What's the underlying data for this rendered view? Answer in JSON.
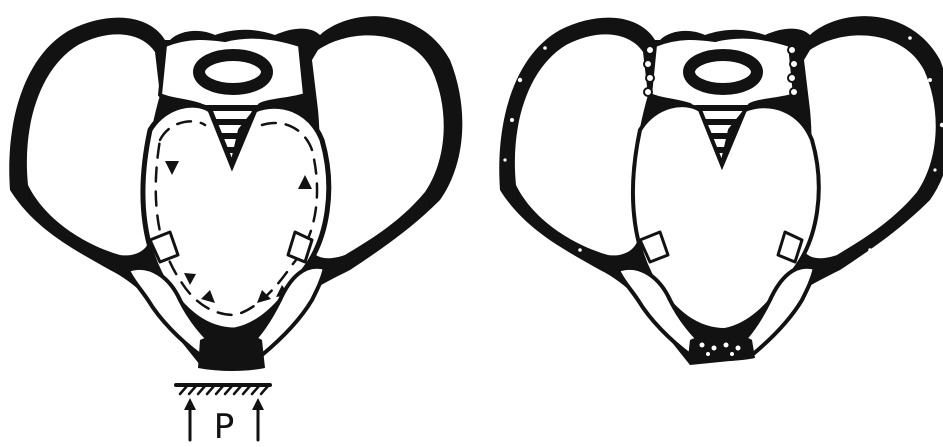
{
  "figure": {
    "load_label": "P",
    "ink_color": "#121212",
    "background_color": "#ffffff",
    "panels": [
      {
        "id": "left",
        "depicts": "pelvis-with-load"
      },
      {
        "id": "right",
        "depicts": "pelvis-without-load"
      }
    ]
  }
}
